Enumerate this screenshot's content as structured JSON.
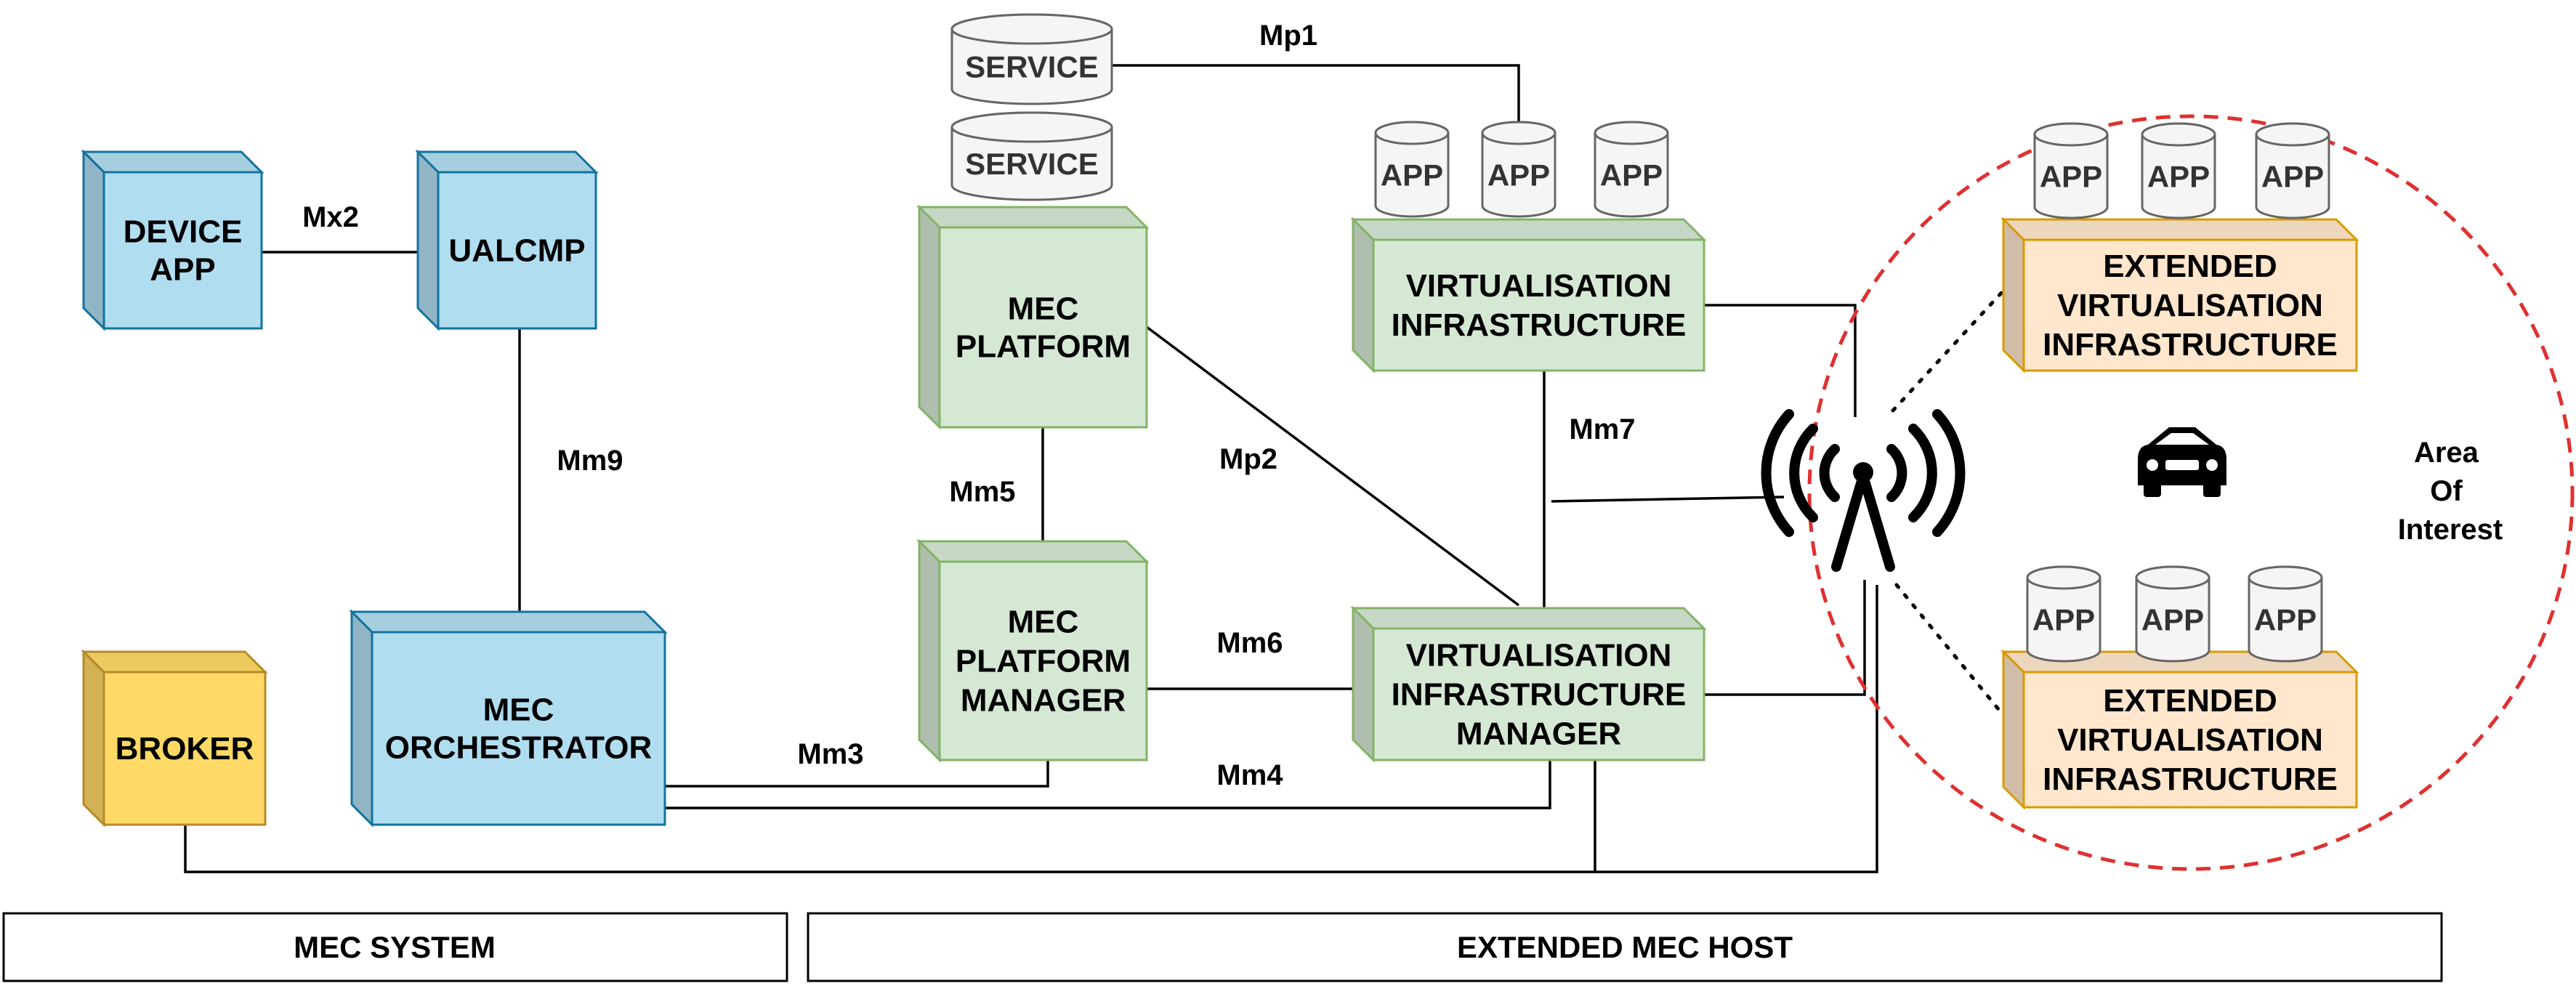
{
  "nodes": {
    "device_app": [
      "DEVICE",
      "APP"
    ],
    "ualcmp": [
      "UALCMP"
    ],
    "broker": [
      "BROKER"
    ],
    "mec_orchestrator": [
      "MEC",
      "ORCHESTRATOR"
    ],
    "service_top": [
      "SERVICE"
    ],
    "service_bottom": [
      "SERVICE"
    ],
    "mec_platform": [
      "MEC",
      "PLATFORM"
    ],
    "mec_platform_manager": [
      "MEC",
      "PLATFORM",
      "MANAGER"
    ],
    "virtualisation_infrastructure": [
      "VIRTUALISATION",
      "INFRASTRUCTURE"
    ],
    "virtualisation_infrastructure_manager": [
      "VIRTUALISATION",
      "INFRASTRUCTURE",
      "MANAGER"
    ],
    "extended_vi_top": [
      "EXTENDED",
      "VIRTUALISATION",
      "INFRASTRUCTURE"
    ],
    "extended_vi_bottom": [
      "EXTENDED",
      "VIRTUALISATION",
      "INFRASTRUCTURE"
    ],
    "app_label": "APP"
  },
  "links": {
    "mx2": "Mx2",
    "mm9": "Mm9",
    "mp1": "Mp1",
    "mm5": "Mm5",
    "mp2": "Mp2",
    "mm7": "Mm7",
    "mm6": "Mm6",
    "mm3": "Mm3",
    "mm4": "Mm4"
  },
  "area_of_interest": [
    "Area",
    "Of",
    "Interest"
  ],
  "sections": {
    "mec_system": "MEC SYSTEM",
    "extended_mec_host": "EXTENDED MEC HOST"
  },
  "colors": {
    "blue_fill": "#b1ddf0",
    "blue_stroke": "#10739e",
    "green_fill": "#d5e8d4",
    "green_stroke": "#82b366",
    "yellow_fill": "#ffd966",
    "yellow_stroke": "#b7892a",
    "orange_fill": "#ffe6cc",
    "orange_stroke": "#d79b00",
    "cylinder_fill": "#f5f5f5",
    "cylinder_stroke": "#666666",
    "aoi_stroke": "#e03030"
  }
}
